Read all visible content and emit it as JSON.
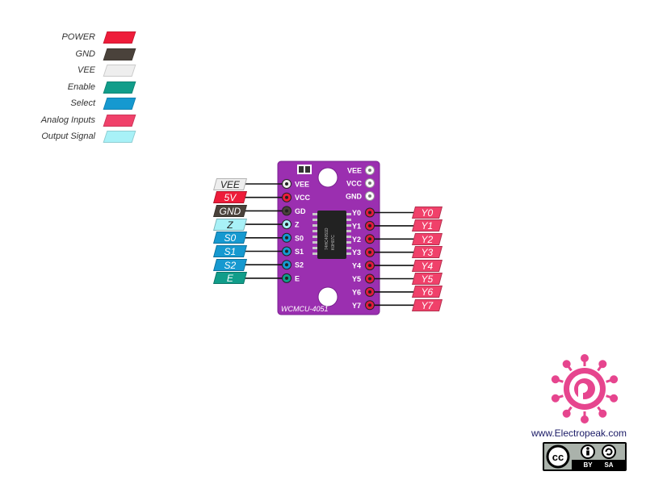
{
  "legend": [
    {
      "label": "POWER",
      "color": "#ee1c3a"
    },
    {
      "label": "GND",
      "color": "#4a423b"
    },
    {
      "label": "VEE",
      "color": "#eeeeee"
    },
    {
      "label": "Enable",
      "color": "#119d8a"
    },
    {
      "label": "Select",
      "color": "#1699d0"
    },
    {
      "label": "Analog Inputs",
      "color": "#f0416a"
    },
    {
      "label": "Output Signal",
      "color": "#a8f1f7"
    }
  ],
  "left_pins": [
    {
      "tag": "VEE",
      "board_label": "VEE",
      "type": "VEE"
    },
    {
      "tag": "5V",
      "board_label": "VCC",
      "type": "POWER"
    },
    {
      "tag": "GND",
      "board_label": "GD",
      "type": "GND"
    },
    {
      "tag": "Z",
      "board_label": "Z",
      "type": "Output Signal"
    },
    {
      "tag": "S0",
      "board_label": "S0",
      "type": "Select"
    },
    {
      "tag": "S1",
      "board_label": "S1",
      "type": "Select"
    },
    {
      "tag": "S2",
      "board_label": "S2",
      "type": "Select"
    },
    {
      "tag": "E",
      "board_label": "E",
      "type": "Enable"
    }
  ],
  "right_top_labels": [
    "VEE",
    "VCC",
    "GND"
  ],
  "right_pins": [
    {
      "tag": "Y0",
      "board_label": "Y0"
    },
    {
      "tag": "Y1",
      "board_label": "Y1"
    },
    {
      "tag": "Y2",
      "board_label": "Y2"
    },
    {
      "tag": "Y3",
      "board_label": "Y3"
    },
    {
      "tag": "Y4",
      "board_label": "Y4"
    },
    {
      "tag": "Y5",
      "board_label": "Y5"
    },
    {
      "tag": "Y6",
      "board_label": "Y6"
    },
    {
      "tag": "Y7",
      "board_label": "Y7"
    }
  ],
  "board": {
    "name": "WCMCU-4051",
    "color": "#9b2fb0",
    "chip_text": [
      "74HC4051D",
      "K0H07C"
    ]
  },
  "brand": {
    "website": "www.Electropeak.com",
    "license": [
      "BY",
      "SA"
    ],
    "logo_color": "#e6458e"
  }
}
